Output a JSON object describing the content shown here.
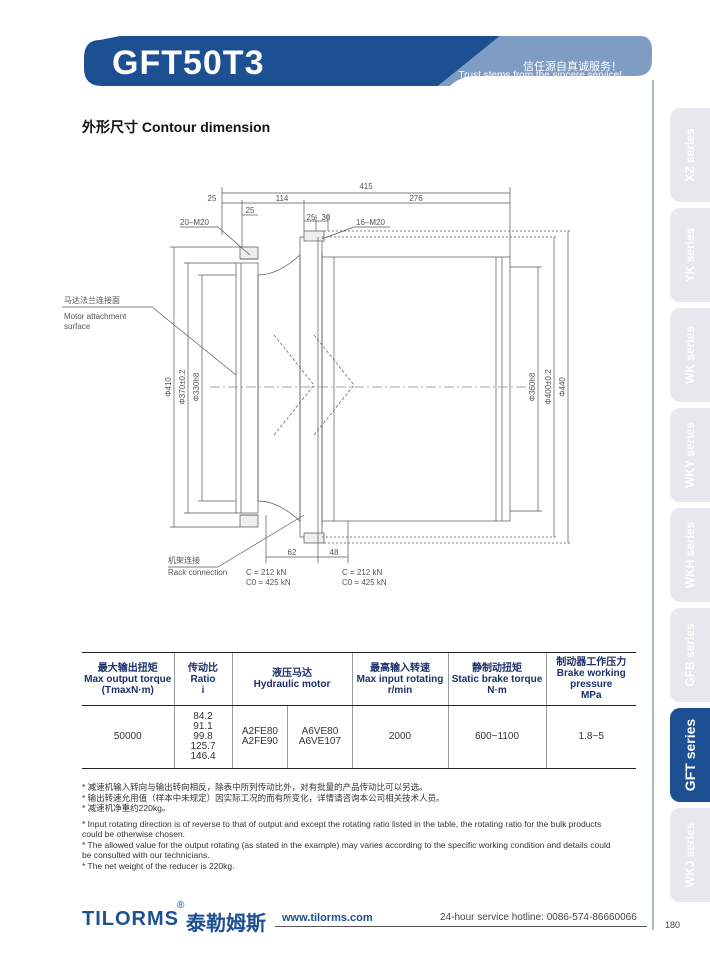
{
  "header": {
    "title": "GFT50T3",
    "slogan_cn": "信任源自真诚服务！",
    "slogan_en": "Trust stems from the sincere service!"
  },
  "section": {
    "title": "外形尺寸 Contour dimension"
  },
  "drawing": {
    "dim_top_total": "415",
    "dim_25_a": "25",
    "dim_114": "114",
    "dim_276": "276",
    "dim_25_b": "25",
    "dim_25_c": "25",
    "dim_30": "30",
    "label_20m20": "20–M20",
    "label_16m20": "16–M20",
    "label_motor_cn": "马达法兰连接面",
    "label_motor_en_1": "Motor attachment",
    "label_motor_en_2": "surface",
    "dia_410": "Φ410",
    "dia_370": "Φ370±0.2",
    "dia_330": "Φ330h8",
    "dia_360": "Φ360h8",
    "dia_400": "Φ400±0.2",
    "dia_440": "Φ440",
    "dim_62": "62",
    "dim_48": "48",
    "label_rack_cn": "机架连接",
    "label_rack_en": "Rack connection",
    "load_c_left": "C    = 212 kN",
    "load_c0_left": "C0 = 425 kN",
    "load_c_right": "C    = 212 kN",
    "load_c0_right": "C0 = 425 kN"
  },
  "side_tabs": [
    "XZ series",
    "YK series",
    "WK series",
    "WKY series",
    "WKH series",
    "GFB series",
    "GFT series",
    "WKJ series"
  ],
  "side_tab_active": "GFT series",
  "table": {
    "headers": [
      {
        "cn": "最大输出扭矩",
        "en": "Max output torque",
        "unit": "(TmaxN·m)"
      },
      {
        "cn": "传动比",
        "en": "Ratio",
        "unit": "i"
      },
      {
        "cn": "液压马达",
        "en": "Hydraulic motor",
        "unit": ""
      },
      {
        "cn": "最高输入转速",
        "en": "Max input rotating",
        "unit": "r/min"
      },
      {
        "cn": "静制动扭矩",
        "en": "Static brake torque",
        "unit": "N·m"
      },
      {
        "cn": "制动器工作压力",
        "en": "Brake working pressure",
        "unit": "MPa"
      }
    ],
    "row": {
      "torque": "50000",
      "ratios": [
        "84.2",
        "91.1",
        "99.8",
        "125.7",
        "146.4"
      ],
      "motor_a": [
        "A2FE80",
        "A2FE90"
      ],
      "motor_b": [
        "A6VE80",
        "A6VE107"
      ],
      "speed": "2000",
      "brake_torque": "600~1100",
      "pressure": "1.8~5"
    }
  },
  "notes": {
    "cn": [
      "* 减速机输入转向与输出转向相反，除表中所列传动比外，对有批量的产品传动比可以另选。",
      "* 输出转速允用值（样本中未规定）因实际工况的而有所变化，详情请咨询本公司相关技术人员。",
      "* 减速机净重约220kg。"
    ],
    "en": [
      "* Input rotating direction is of reverse to that of output and except the rotating ratio listed in the table, the rotating ratio for the bulk products",
      "   could be otherwise chosen.",
      "* The allowed value for the output rotating (as stated in the example) may varies according to the specific working condition and details could",
      "   be consulted with our technicians.",
      "* The net weight of the reducer is 220kg."
    ]
  },
  "footer": {
    "brand": "TILORMS",
    "brand_cn": "泰勒姆斯",
    "reg": "®",
    "website": "www.tilorms.com",
    "hotline": "24-hour service hotline: 0086-574-86660066",
    "page": "180"
  },
  "colors": {
    "brand_blue": "#1d4f93",
    "tab_gray": "#e6e8ee"
  }
}
